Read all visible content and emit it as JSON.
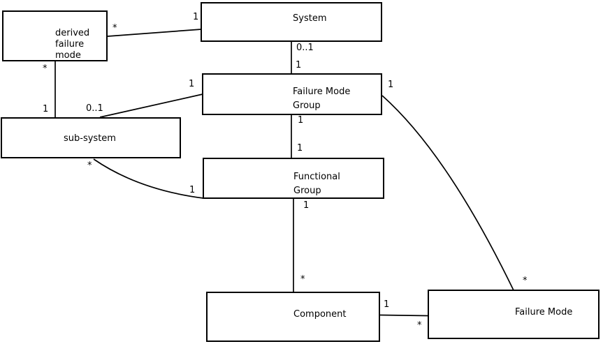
{
  "diagram": {
    "type": "uml-class-diagram",
    "colors": {
      "background": "#ffffff",
      "box_fill": "#ffffff",
      "box_border": "#000000",
      "line": "#000000",
      "text": "#000000"
    },
    "entities": [
      {
        "id": "derived-failure-mode",
        "name": "derived\nfailure\nmode"
      },
      {
        "id": "system",
        "name": "System"
      },
      {
        "id": "failure-mode-group",
        "name": "Failure Mode\nGroup"
      },
      {
        "id": "sub-system",
        "name": "sub-system"
      },
      {
        "id": "functional-group",
        "name": "Functional\nGroup"
      },
      {
        "id": "component",
        "name": "Component"
      },
      {
        "id": "failure-mode",
        "name": "Failure Mode"
      }
    ],
    "connections": [
      {
        "a": "derived failure mode",
        "b": "System",
        "a_label": "*",
        "b_label": "1"
      },
      {
        "a": "derived failure mode",
        "b": "sub-system",
        "a_label": "*",
        "b_label": "1"
      },
      {
        "a": "sub-system",
        "b": "Failure Mode Group",
        "a_label": "0..1",
        "b_label": "1"
      },
      {
        "a": "System",
        "b": "Failure Mode Group",
        "a_label": "0..1",
        "b_label": "1"
      },
      {
        "a": "Failure Mode Group",
        "b": "Functional Group",
        "a_label": "1",
        "b_label": "1"
      },
      {
        "a": "Functional Group",
        "b": "Component",
        "a_label": "1",
        "b_label": "*"
      },
      {
        "a": "Component",
        "b": "Failure Mode",
        "a_label": "1",
        "b_label": "*"
      },
      {
        "a": "Failure Mode Group",
        "b": "Failure Mode",
        "a_label": "1",
        "b_label": "*"
      },
      {
        "a": "sub-system",
        "b": "Functional Group",
        "a_label": "*",
        "b_label": "1"
      }
    ]
  }
}
